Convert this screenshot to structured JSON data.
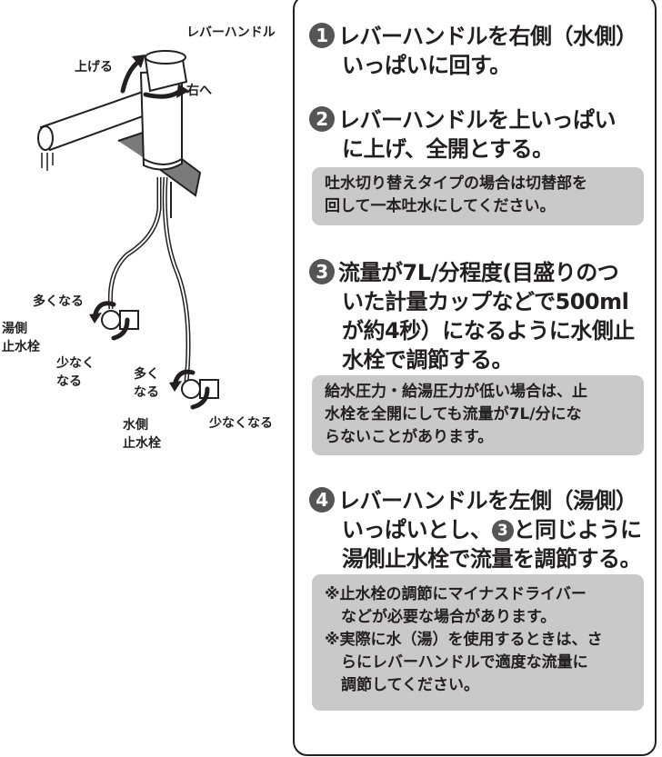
{
  "diagram": {
    "lever_handle": "レバーハンドル",
    "raise": "上げる",
    "right": "右へ",
    "hot_more": "多くなる",
    "hot_valve": [
      "湯側",
      "止水栓"
    ],
    "hot_less": [
      "少なく",
      "なる"
    ],
    "cold_more": [
      "多く",
      "なる"
    ],
    "cold_valve": [
      "水側",
      "止水栓"
    ],
    "cold_less": "少なくなる"
  },
  "steps": [
    {
      "num": "1",
      "lines": [
        "レバーハンドルを右側（水側）",
        "いっぱいに回す。"
      ]
    },
    {
      "num": "2",
      "lines": [
        "レバーハンドルを上いっぱい",
        "に上げ、全開とする。"
      ]
    },
    {
      "num": "3",
      "lines": [
        "流量が7L/分程度(目盛りのつ",
        "いた計量カップなどで500ml",
        "が約4秒）になるように水側止",
        "水栓で調節する。"
      ]
    },
    {
      "num": "4",
      "lines": [
        "レバーハンドルを左側（湯側）",
        "いっぱいとし、",
        "と同じように",
        "湯側止水栓で流量を調節する。"
      ],
      "ref": "3"
    }
  ],
  "notes": [
    [
      "吐水切り替えタイプの場合は切替部を",
      "回して一本吐水にしてください。"
    ],
    [
      "給水圧力・給湯圧力が低い場合は、止",
      "水栓を全開にしても流量が7L/分にな",
      "らないことがあります。"
    ],
    [
      "※止水栓の調節にマイナスドライバー",
      "などが必要な場合があります。",
      "※実際に水（湯）を使用するときは、さ",
      "らにレバーハンドルで適度な流量に",
      "調節してください。"
    ]
  ]
}
